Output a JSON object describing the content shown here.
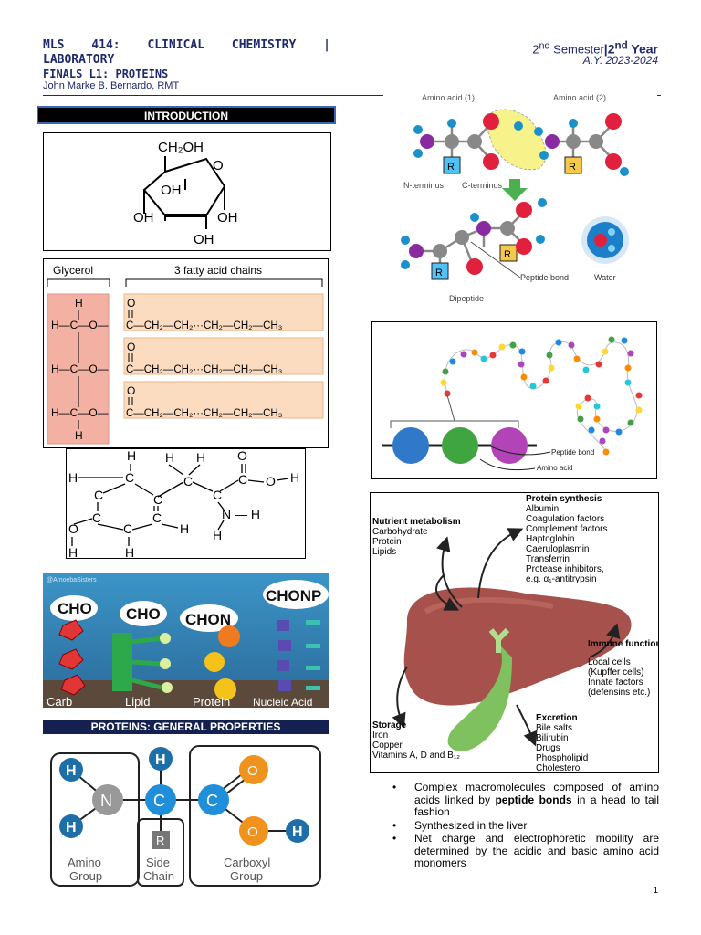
{
  "header": {
    "course": "MLS 414: CLINICAL CHEMISTRY |",
    "course_line2": "LABORATORY",
    "topic": "FINALS L1: PROTEINS",
    "author": "John Marke B. Bernardo, RMT",
    "semester_ordinal": "2",
    "semester_sup": "nd",
    "semester_word": " Semester",
    "separator": "|",
    "year_ordinal": "2",
    "year_sup": "nd",
    "year_word": " Year",
    "academic_year": "A.Y. 2023-2024"
  },
  "sections": {
    "introduction": "INTRODUCTION",
    "general_properties": "PROTEINS: GENERAL PROPERTIES"
  },
  "glucose": {
    "ch2oh": "CH₂OH",
    "oh": "OH"
  },
  "triglyceride": {
    "glycerol": "Glycerol",
    "chains": "3 fatty acid chains",
    "chain_formula": "C—CH₂—CH₂···CH₂—CH₂—CH₃"
  },
  "dipeptide": {
    "amino_acid_1": "Amino acid (1)",
    "amino_acid_2": "Amino acid (2)",
    "n_terminus": "N-terminus",
    "c_terminus": "C-terminus",
    "peptide_bond": "Peptide bond",
    "water": "Water",
    "dipeptide": "Dipeptide"
  },
  "chain": {
    "peptide_bond": "Peptide bond",
    "amino_acid": "Amino acid"
  },
  "cartoon": {
    "watermark": "@AmoebaSisters",
    "bubbles": [
      "CHO",
      "CHO",
      "CHON",
      "CHONP"
    ],
    "labels": [
      "Carb",
      "Lipid",
      "Protein",
      "Nucleic Acid"
    ]
  },
  "liver": {
    "protein_synthesis_title": "Protein synthesis",
    "protein_synthesis_items": [
      "Albumin",
      "Coagulation factors",
      "Complement factors",
      "Haptoglobin",
      "Caeruloplasmin",
      "Transferrin",
      "Protease inhibitors,",
      "e.g. α₁-antitrypsin"
    ],
    "nutrient_title": "Nutrient metabolism",
    "nutrient_items": [
      "Carbohydrate",
      "Protein",
      "Lipids"
    ],
    "immune_title": "Immune functions",
    "immune_items": [
      "Local cells",
      "(Kupffer cells)",
      "Innate factors",
      "(defensins etc.)"
    ],
    "storage_title": "Storage",
    "storage_items": [
      "Iron",
      "Copper",
      "Vitamins A, D and B₁₂"
    ],
    "excretion_title": "Excretion",
    "excretion_items": [
      "Bile salts",
      "Bilirubin",
      "Drugs",
      "Phospholipid",
      "Cholesterol"
    ]
  },
  "amino_structure": {
    "amino_group": [
      "Amino",
      "Group"
    ],
    "side_chain": [
      "Side",
      "Chain"
    ],
    "carboxyl_group": [
      "Carboxyl",
      "Group"
    ]
  },
  "bullets": {
    "item1_pre": "Complex macromolecules composed of amino acids linked by ",
    "item1_bold": "peptide bonds",
    "item1_post": " in a head to tail fashion",
    "item2": "Synthesized in the liver",
    "item3": "Net charge and electrophoretic mobility are determined by the acidic and basic amino acid monomers"
  },
  "page_number": "1",
  "colors": {
    "navy": "#1f2a6b",
    "blue_atom": "#1e6fa8",
    "orange_atom": "#f0921e",
    "grey_atom": "#999999",
    "liver": "#a6514b"
  }
}
